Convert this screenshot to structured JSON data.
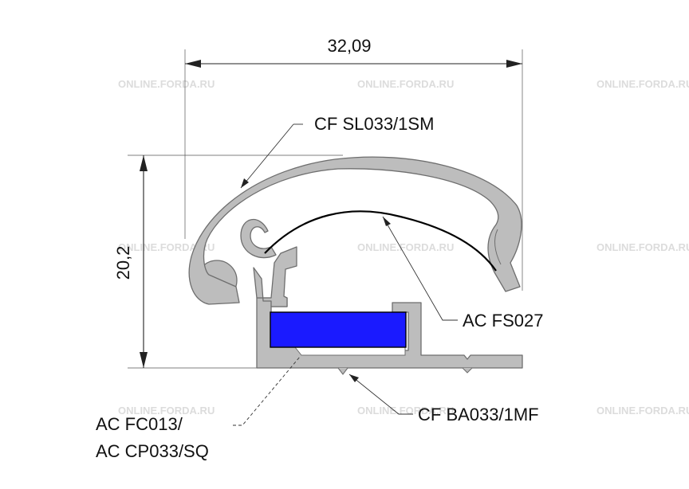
{
  "watermark": "ONLINE.FORDA.RU",
  "dimensions": {
    "width": "32,09",
    "height": "20,2"
  },
  "labels": {
    "snap_lid": "CF SL033/1SM",
    "front_sheet": "AC FS027",
    "base_profile": "CF BA033/1MF",
    "corner_line1": "AC FC013/",
    "corner_line2": "AC CP033/SQ"
  },
  "colors": {
    "profile_fill": "#bdbdbd",
    "profile_stroke": "#6e6e6e",
    "insert_blue": "#1a1aff",
    "line": "#222222"
  }
}
